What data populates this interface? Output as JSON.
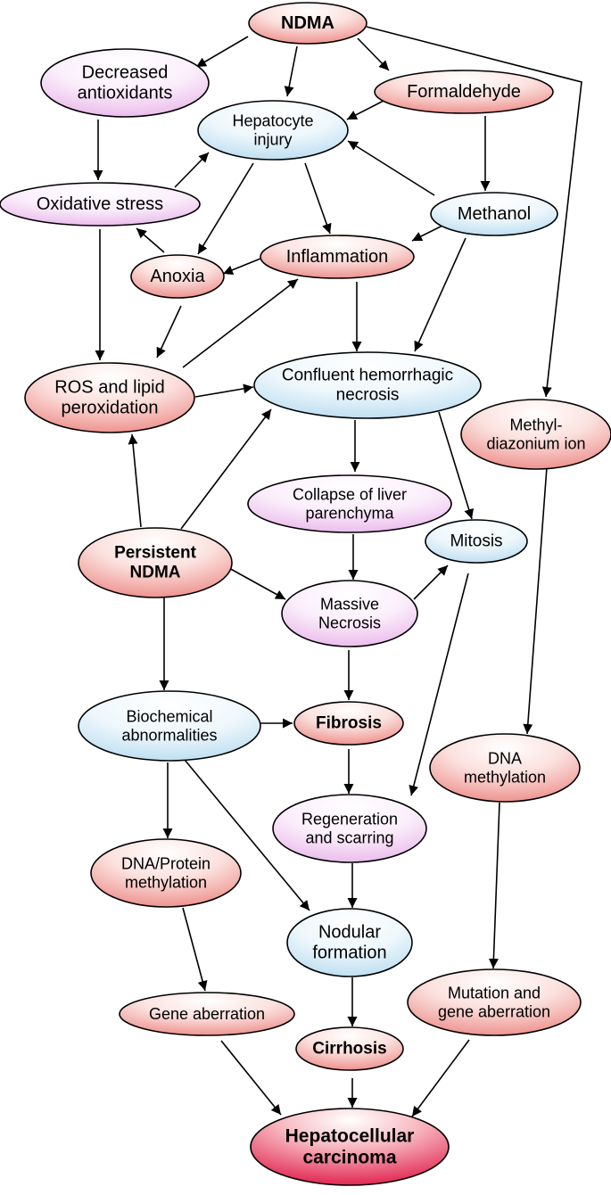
{
  "diagram": {
    "nodes": {
      "ndma": {
        "lines": [
          "NDMA"
        ],
        "bold": true,
        "fill": "red"
      },
      "decreased_antioxidants": {
        "lines": [
          "Decreased",
          "antioxidants"
        ],
        "bold": false,
        "fill": "pink"
      },
      "formaldehyde": {
        "lines": [
          "Formaldehyde"
        ],
        "bold": false,
        "fill": "red"
      },
      "hepatocyte_injury": {
        "lines": [
          "Hepatocyte",
          "injury"
        ],
        "bold": false,
        "fill": "blue"
      },
      "oxidative_stress": {
        "lines": [
          "Oxidative stress"
        ],
        "bold": false,
        "fill": "pink"
      },
      "methanol": {
        "lines": [
          "Methanol"
        ],
        "bold": false,
        "fill": "blue"
      },
      "anoxia": {
        "lines": [
          "Anoxia"
        ],
        "bold": false,
        "fill": "red"
      },
      "inflammation": {
        "lines": [
          "Inflammation"
        ],
        "bold": false,
        "fill": "red"
      },
      "ros_lipid": {
        "lines": [
          "ROS and lipid",
          "peroxidation"
        ],
        "bold": false,
        "fill": "red"
      },
      "confluent_necrosis": {
        "lines": [
          "Confluent hemorrhagic",
          "necrosis"
        ],
        "bold": false,
        "fill": "blue"
      },
      "methyldiazonium": {
        "lines": [
          "Methyl-",
          "diazonium ion"
        ],
        "bold": false,
        "fill": "red"
      },
      "collapse_parenchyma": {
        "lines": [
          "Collapse of liver",
          "parenchyma"
        ],
        "bold": false,
        "fill": "pink"
      },
      "mitosis": {
        "lines": [
          "Mitosis"
        ],
        "bold": false,
        "fill": "blue"
      },
      "persistent_ndma": {
        "lines": [
          "Persistent",
          "NDMA"
        ],
        "bold": true,
        "fill": "red"
      },
      "massive_necrosis": {
        "lines": [
          "Massive",
          "Necrosis"
        ],
        "bold": false,
        "fill": "pink"
      },
      "biochemical_abnormalities": {
        "lines": [
          "Biochemical",
          "abnormalities"
        ],
        "bold": false,
        "fill": "blue"
      },
      "fibrosis": {
        "lines": [
          "Fibrosis"
        ],
        "bold": true,
        "fill": "red"
      },
      "dna_methylation": {
        "lines": [
          "DNA",
          "methylation"
        ],
        "bold": false,
        "fill": "red"
      },
      "regeneration_scarring": {
        "lines": [
          "Regeneration",
          "and scarring"
        ],
        "bold": false,
        "fill": "pink"
      },
      "dna_protein_methylation": {
        "lines": [
          "DNA/Protein",
          "methylation"
        ],
        "bold": false,
        "fill": "red"
      },
      "nodular_formation": {
        "lines": [
          "Nodular",
          "formation"
        ],
        "bold": false,
        "fill": "blue"
      },
      "mutation_gene_aberration": {
        "lines": [
          "Mutation and",
          "gene aberration"
        ],
        "bold": false,
        "fill": "red"
      },
      "gene_aberration": {
        "lines": [
          "Gene aberration"
        ],
        "bold": false,
        "fill": "red"
      },
      "cirrhosis": {
        "lines": [
          "Cirrhosis"
        ],
        "bold": true,
        "fill": "red"
      },
      "hcc": {
        "lines": [
          "Hepatocellular",
          "carcinoma"
        ],
        "bold": true,
        "fill": "deep"
      }
    },
    "edges": [
      {
        "from": "ndma",
        "to": "decreased_antioxidants"
      },
      {
        "from": "ndma",
        "to": "hepatocyte_injury"
      },
      {
        "from": "ndma",
        "to": "formaldehyde"
      },
      {
        "from": "ndma",
        "to": "methyldiazonium"
      },
      {
        "from": "decreased_antioxidants",
        "to": "oxidative_stress"
      },
      {
        "from": "formaldehyde",
        "to": "hepatocyte_injury"
      },
      {
        "from": "formaldehyde",
        "to": "methanol"
      },
      {
        "from": "oxidative_stress",
        "to": "hepatocyte_injury"
      },
      {
        "from": "oxidative_stress",
        "to": "ros_lipid"
      },
      {
        "from": "hepatocyte_injury",
        "to": "anoxia"
      },
      {
        "from": "hepatocyte_injury",
        "to": "inflammation"
      },
      {
        "from": "methanol",
        "to": "hepatocyte_injury"
      },
      {
        "from": "methanol",
        "to": "inflammation"
      },
      {
        "from": "methanol",
        "to": "confluent_necrosis"
      },
      {
        "from": "anoxia",
        "to": "oxidative_stress"
      },
      {
        "from": "anoxia",
        "to": "ros_lipid"
      },
      {
        "from": "inflammation",
        "to": "anoxia"
      },
      {
        "from": "inflammation",
        "to": "confluent_necrosis"
      },
      {
        "from": "ros_lipid",
        "to": "inflammation"
      },
      {
        "from": "ros_lipid",
        "to": "confluent_necrosis"
      },
      {
        "from": "persistent_ndma",
        "to": "ros_lipid"
      },
      {
        "from": "persistent_ndma",
        "to": "confluent_necrosis"
      },
      {
        "from": "persistent_ndma",
        "to": "massive_necrosis"
      },
      {
        "from": "persistent_ndma",
        "to": "biochemical_abnormalities"
      },
      {
        "from": "confluent_necrosis",
        "to": "collapse_parenchyma"
      },
      {
        "from": "confluent_necrosis",
        "to": "mitosis"
      },
      {
        "from": "collapse_parenchyma",
        "to": "massive_necrosis"
      },
      {
        "from": "massive_necrosis",
        "to": "mitosis"
      },
      {
        "from": "massive_necrosis",
        "to": "fibrosis"
      },
      {
        "from": "mitosis",
        "to": "regeneration_scarring"
      },
      {
        "from": "methyldiazonium",
        "to": "dna_methylation"
      },
      {
        "from": "biochemical_abnormalities",
        "to": "fibrosis"
      },
      {
        "from": "biochemical_abnormalities",
        "to": "dna_protein_methylation"
      },
      {
        "from": "biochemical_abnormalities",
        "to": "nodular_formation"
      },
      {
        "from": "fibrosis",
        "to": "regeneration_scarring"
      },
      {
        "from": "regeneration_scarring",
        "to": "nodular_formation"
      },
      {
        "from": "dna_methylation",
        "to": "mutation_gene_aberration"
      },
      {
        "from": "dna_protein_methylation",
        "to": "gene_aberration"
      },
      {
        "from": "nodular_formation",
        "to": "cirrhosis"
      },
      {
        "from": "cirrhosis",
        "to": "hcc"
      },
      {
        "from": "gene_aberration",
        "to": "hcc"
      },
      {
        "from": "mutation_gene_aberration",
        "to": "hcc"
      }
    ]
  }
}
